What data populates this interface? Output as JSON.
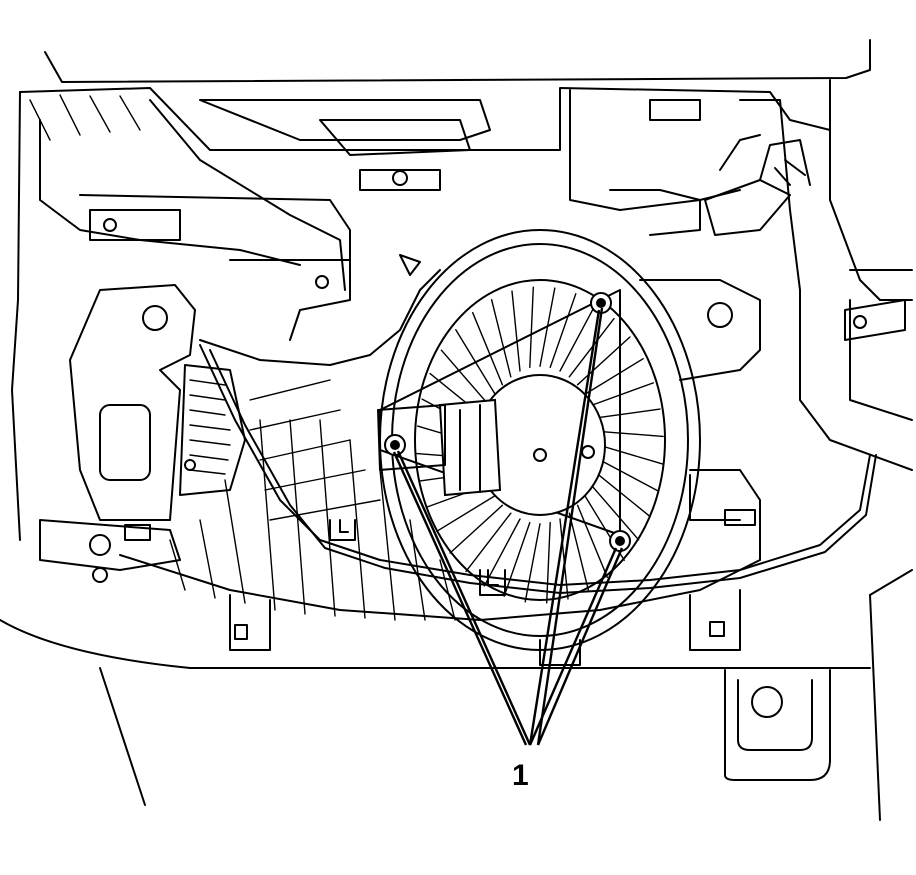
{
  "figure": {
    "callout_label": "1",
    "parts": [
      "blower-motor",
      "fan-wheel",
      "blower-housing",
      "mounting-screw",
      "wire-harness",
      "bracket"
    ],
    "colors": {
      "line": "#000000",
      "background": "#ffffff"
    }
  }
}
